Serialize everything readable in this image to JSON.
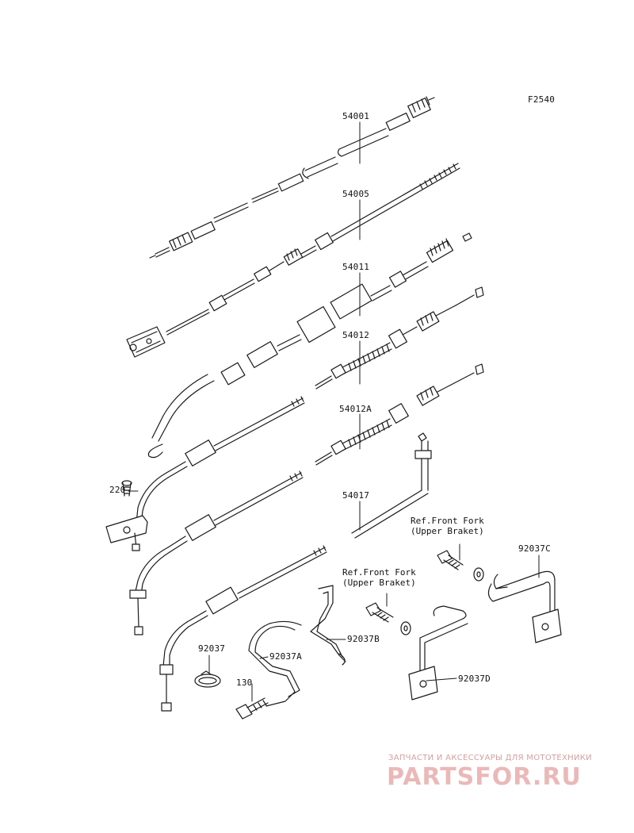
{
  "diagram": {
    "code": "F2540",
    "parts": [
      {
        "id": "54001"
      },
      {
        "id": "54005"
      },
      {
        "id": "54011"
      },
      {
        "id": "54012"
      },
      {
        "id": "54012A"
      },
      {
        "id": "54017"
      },
      {
        "id": "220"
      },
      {
        "id": "92037"
      },
      {
        "id": "92037A"
      },
      {
        "id": "92037B"
      },
      {
        "id": "92037C"
      },
      {
        "id": "92037D"
      },
      {
        "id": "130"
      }
    ],
    "references": [
      {
        "line1": "Ref.Front Fork",
        "line2": "(Upper Braket)"
      },
      {
        "line1": "Ref.Front Fork",
        "line2": "(Upper Braket)"
      }
    ]
  },
  "watermark": {
    "tagline": "ЗАПЧАСТИ И АКСЕССУАРЫ ДЛЯ МОТОТЕХНИКИ",
    "logo": "PARTSFOR.RU"
  }
}
